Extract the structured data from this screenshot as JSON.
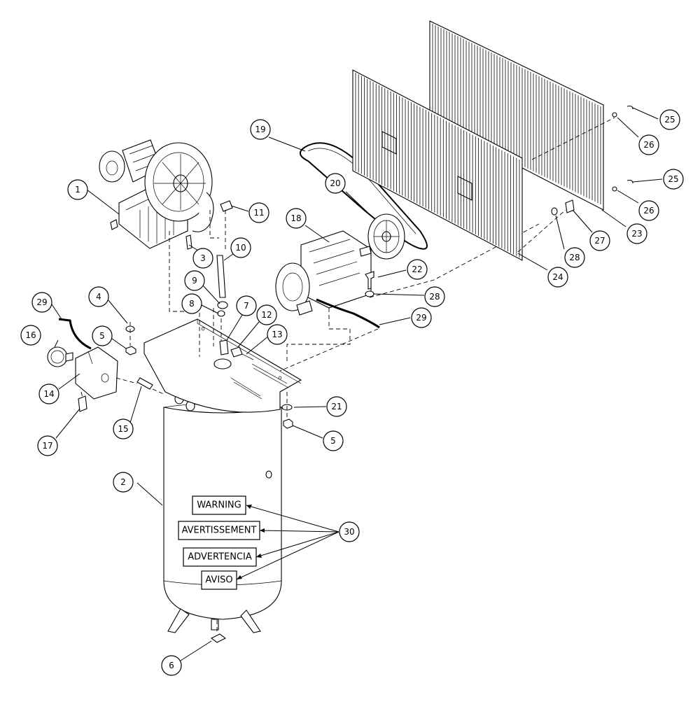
{
  "callouts": [
    "1",
    "2",
    "3",
    "4",
    "5",
    "5",
    "6",
    "7",
    "8",
    "9",
    "10",
    "11",
    "12",
    "13",
    "14",
    "15",
    "16",
    "17",
    "18",
    "19",
    "20",
    "21",
    "22",
    "23",
    "24",
    "25",
    "25",
    "26",
    "26",
    "27",
    "28",
    "28",
    "29",
    "29",
    "30"
  ],
  "warning_labels": [
    "WARNING",
    "AVERTISSEMENT",
    "ADVERTENCIA",
    "AVISO"
  ]
}
